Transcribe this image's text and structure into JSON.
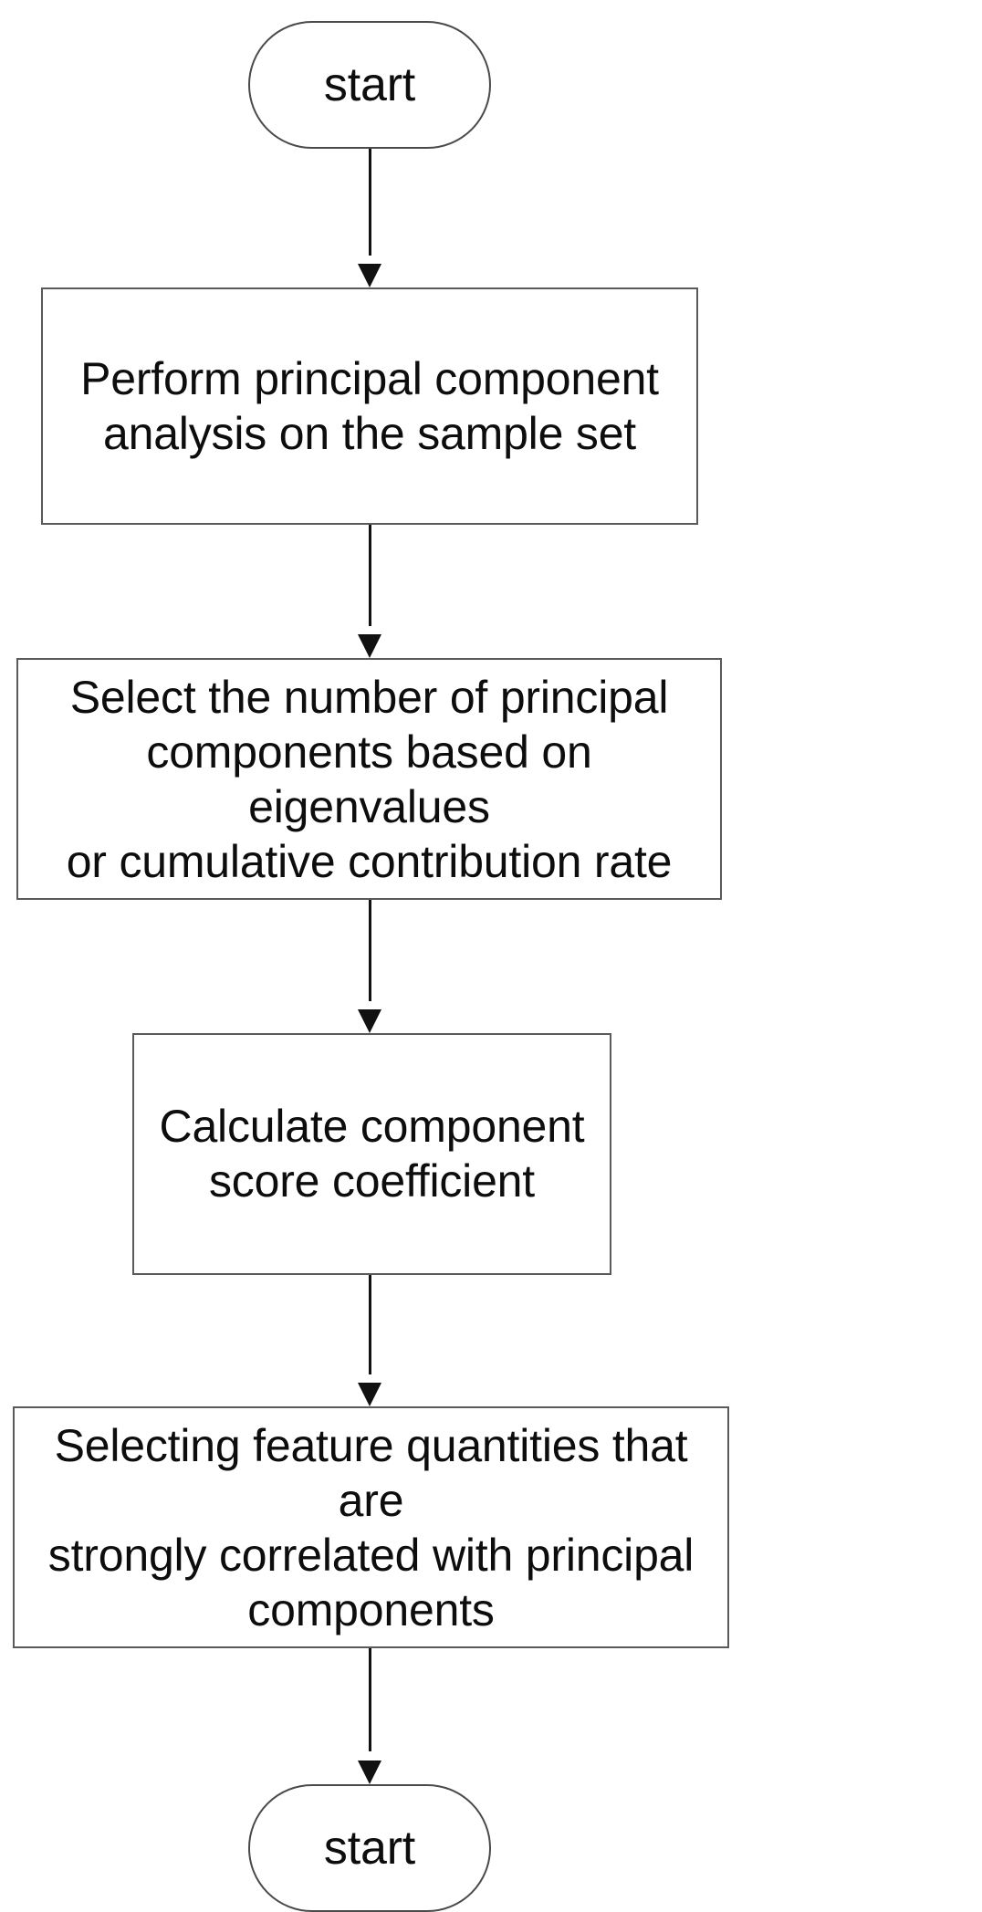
{
  "diagram": {
    "title": "Principal component analysis feature-selection flowchart",
    "orientation": "top-to-bottom",
    "background_color": "#ffffff",
    "node_border_color": "#4a4a4a",
    "text_color": "#0d0d0d",
    "connector_color": "#111111",
    "nodes": [
      {
        "id": "start",
        "shape": "terminator",
        "label": "start"
      },
      {
        "id": "pca",
        "shape": "process",
        "label": "Perform principal component\nanalysis on the sample set"
      },
      {
        "id": "select-count",
        "shape": "process",
        "label": "Select the number of principal\ncomponents based on eigenvalues\nor cumulative contribution rate"
      },
      {
        "id": "score-coefficient",
        "shape": "process",
        "label": "Calculate component\nscore coefficient"
      },
      {
        "id": "select-features",
        "shape": "process",
        "label": "Selecting feature quantities that are\nstrongly correlated with principal\ncomponents"
      },
      {
        "id": "end",
        "shape": "terminator",
        "label": "start"
      }
    ],
    "edges": [
      {
        "id": "e1",
        "from": "start",
        "to": "pca",
        "label": ""
      },
      {
        "id": "e2",
        "from": "pca",
        "to": "select-count",
        "label": ""
      },
      {
        "id": "e3",
        "from": "select-count",
        "to": "score-coefficient",
        "label": ""
      },
      {
        "id": "e4",
        "from": "score-coefficient",
        "to": "select-features",
        "label": ""
      },
      {
        "id": "e5",
        "from": "select-features",
        "to": "end",
        "label": ""
      }
    ]
  }
}
